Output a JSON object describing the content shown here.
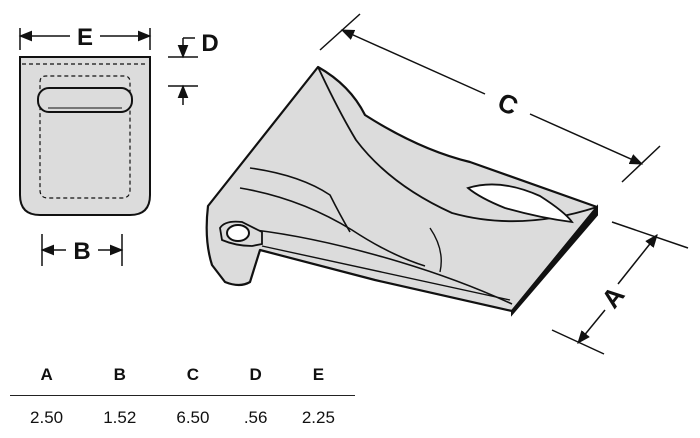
{
  "dimension_labels": {
    "a": "A",
    "b": "B",
    "c": "C",
    "d": "D",
    "e": "E"
  },
  "table": {
    "headers": [
      "A",
      "B",
      "C",
      "D",
      "E"
    ],
    "values": [
      "2.50",
      "1.52",
      "6.50",
      ".56",
      "2.25"
    ]
  },
  "colors": {
    "part_fill": "#dcdcdc",
    "line": "#111111",
    "background": "#ffffff"
  }
}
